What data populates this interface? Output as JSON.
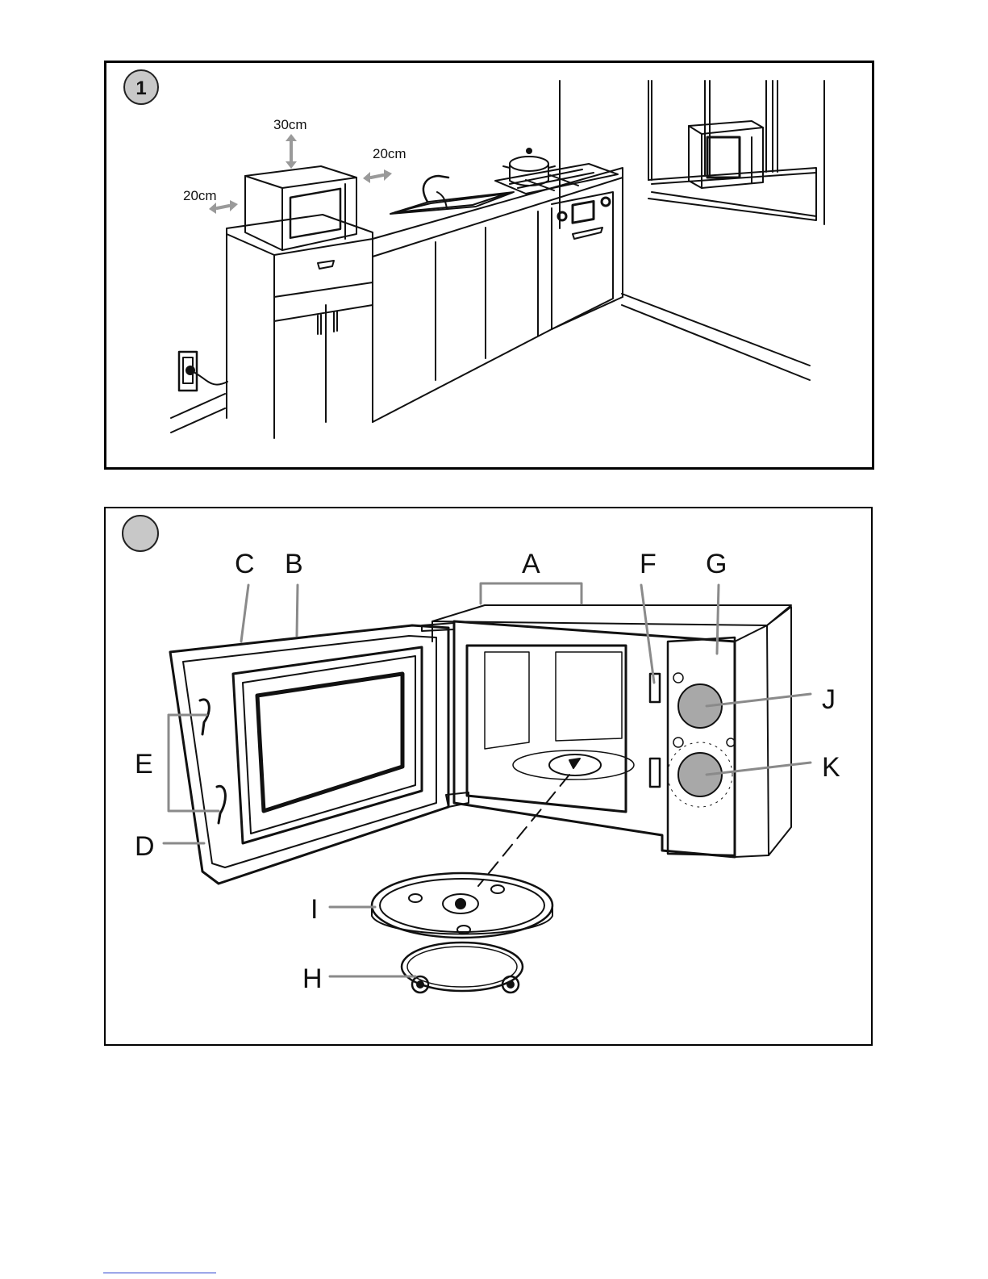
{
  "figure1": {
    "step_number": "1",
    "clearance_top": "30cm",
    "clearance_right": "20cm",
    "clearance_left": "20cm"
  },
  "figure2": {
    "labels": {
      "A": "A",
      "B": "B",
      "C": "C",
      "D": "D",
      "E": "E",
      "F": "F",
      "G": "G",
      "H": "H",
      "I": "I",
      "J": "J",
      "K": "K"
    }
  },
  "colors": {
    "line": "#111111",
    "arrow": "#9a9a9a",
    "knob": "#a8a8a8",
    "badge": "#c8c8c8",
    "footer_link": "#2a3fd0"
  }
}
